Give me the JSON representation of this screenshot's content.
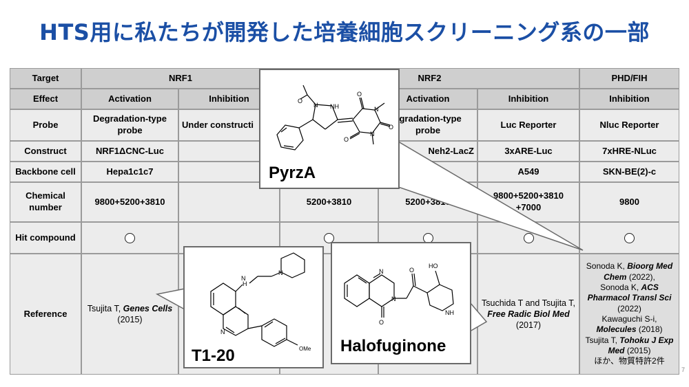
{
  "title": "HTS用に私たちが開発した培養細胞スクリーニング系の一部",
  "row_headers": [
    "Target",
    "Effect",
    "Probe",
    "Construct",
    "Backbone cell",
    "Chemical number",
    "Hit compound",
    "Reference"
  ],
  "targets": [
    "NRF1",
    "NRF2",
    "PHD/FIH"
  ],
  "effects": [
    "Activation",
    "Inhibition",
    "Activation",
    "Inhibition",
    "Inhibition"
  ],
  "probes": [
    "Degradation-type probe",
    "Under constructi",
    "egradation-type probe",
    "Luc Reporter",
    "Nluc Reporter"
  ],
  "constructs": [
    "NRF1ΔCNC-Luc",
    "Neh2-LacZ",
    "3xARE-Luc",
    "7xHRE-NLuc"
  ],
  "backbone": [
    "Hepa1c1c7",
    "A549",
    "SKN-BE(2)-c"
  ],
  "chemical": [
    "9800+5200+3810",
    "5200+3810",
    "5200+3810",
    "9800+5200+3810 +7000",
    "9800"
  ],
  "refs": {
    "c1_a": "Tsujita T, ",
    "c1_b": "Genes Cells",
    "c1_c": " (2015)",
    "c6_a": "Tsuchida T and Tsujita T, ",
    "c6_b": "Free Radic Biol Med",
    "c6_c": " (2017)",
    "c7_1": "Sonoda K, ",
    "c7_1b": "Bioorg Med Chem",
    "c7_1c": " (2022),",
    "c7_2": "Sonoda K, ",
    "c7_2b": "ACS Pharmacol Transl Sci",
    "c7_2c": " (2022)",
    "c7_3": "Kawaguchi S-i, ",
    "c7_3b": "Molecules",
    "c7_3c": " (2018)",
    "c7_4": "Tsujita T, ",
    "c7_4b": "Tohoku J Exp Med",
    "c7_4c": " (2015)",
    "c7_5": "ほか、物質特許2件"
  },
  "popups": {
    "pyrza": "PyrzA",
    "t120": "T1-20",
    "halo": "Halofuginone",
    "ome": "OMe"
  },
  "page_number": "7"
}
